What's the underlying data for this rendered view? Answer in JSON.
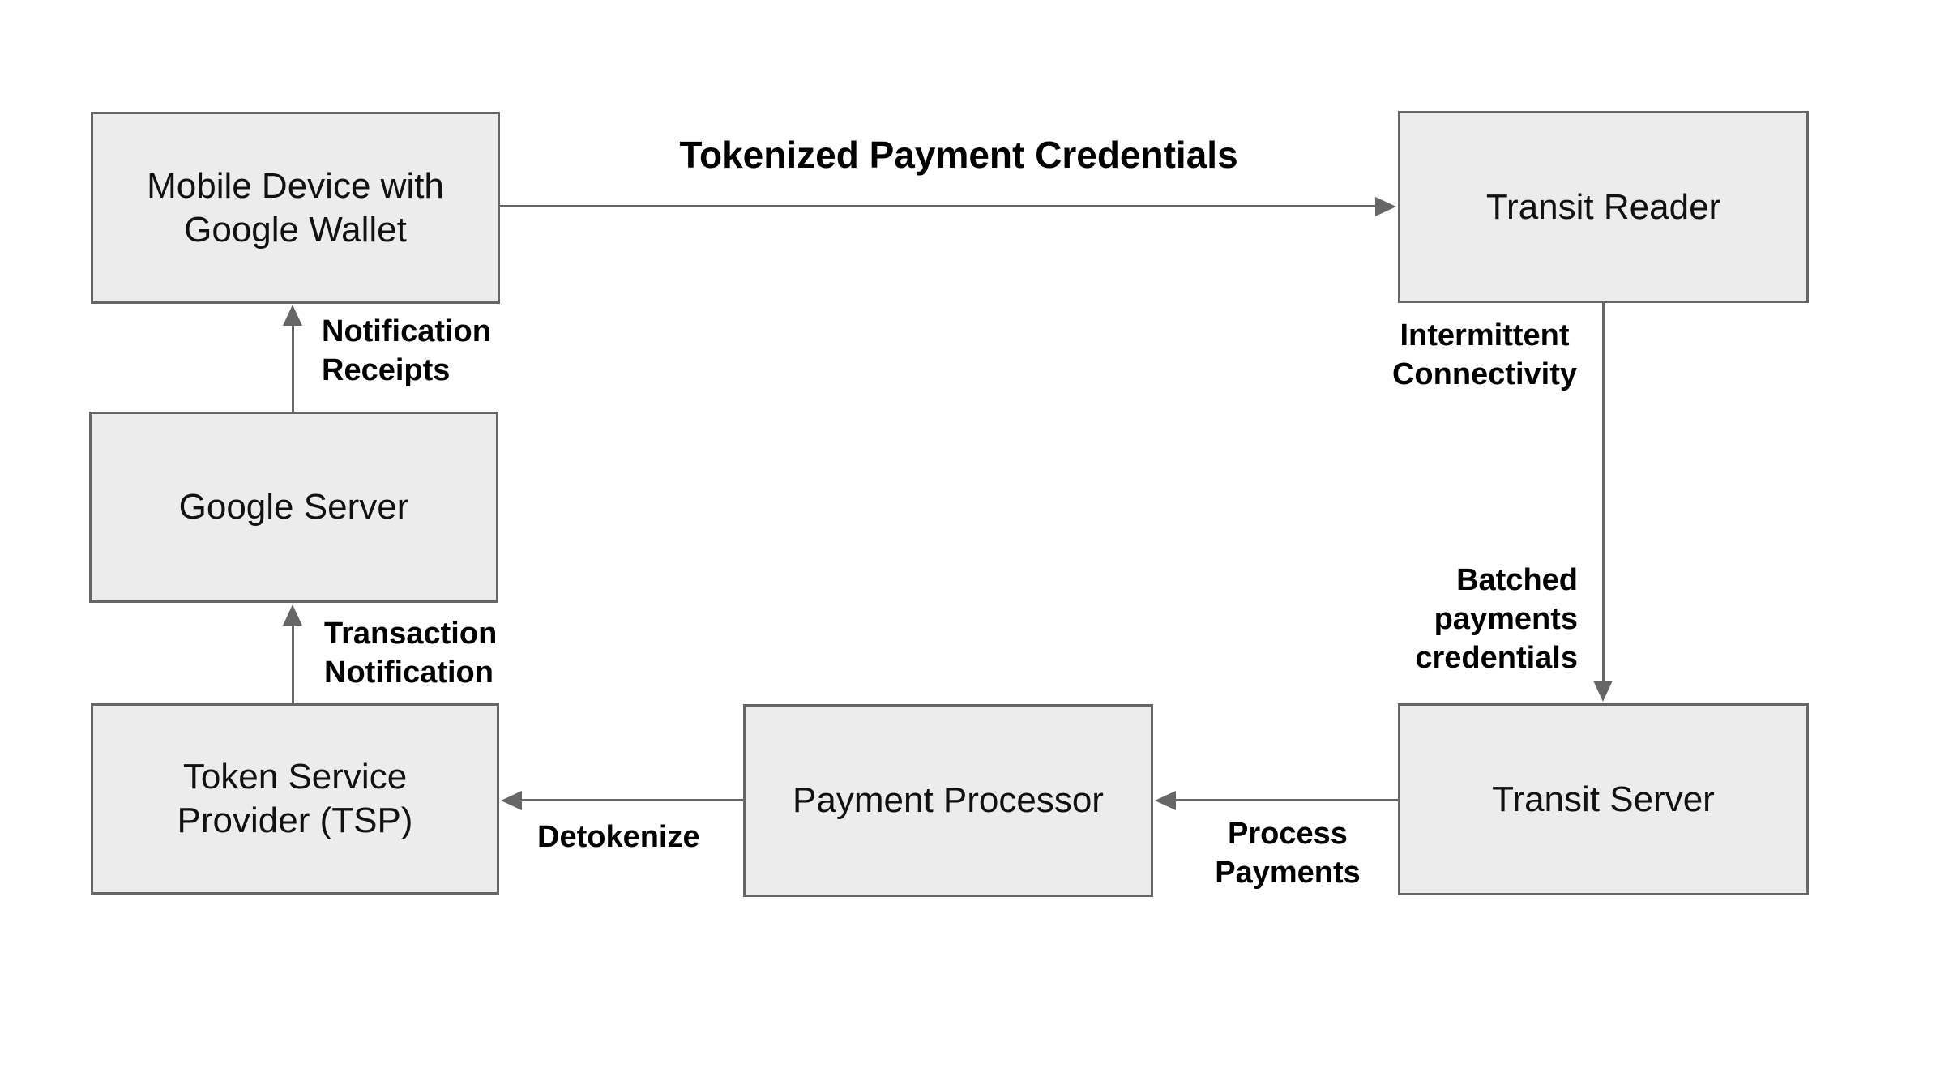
{
  "diagram": {
    "background_color": "#ffffff",
    "node_fill_color": "#ececec",
    "node_border_color": "#666666",
    "arrow_color": "#666666",
    "label_text_color": "#000000",
    "nodes": [
      {
        "id": "mobile-device",
        "label": "Mobile Device with Google Wallet"
      },
      {
        "id": "transit-reader",
        "label": "Transit Reader"
      },
      {
        "id": "google-server",
        "label": "Google Server"
      },
      {
        "id": "token-service-provider",
        "label": "Token Service Provider (TSP)"
      },
      {
        "id": "payment-processor",
        "label": "Payment Processor"
      },
      {
        "id": "transit-server",
        "label": "Transit Server"
      }
    ],
    "edges": [
      {
        "from": "mobile-device",
        "to": "transit-reader",
        "label": "Tokenized Payment Credentials"
      },
      {
        "from": "transit-reader",
        "to": "transit-server",
        "label_upper": "Intermittent Connectivity",
        "label_lower": "Batched payments credentials"
      },
      {
        "from": "transit-server",
        "to": "payment-processor",
        "label": "Process Payments"
      },
      {
        "from": "payment-processor",
        "to": "token-service-provider",
        "label": "Detokenize"
      },
      {
        "from": "token-service-provider",
        "to": "google-server",
        "label": "Transaction Notification"
      },
      {
        "from": "google-server",
        "to": "mobile-device",
        "label": "Notification Receipts"
      }
    ]
  }
}
